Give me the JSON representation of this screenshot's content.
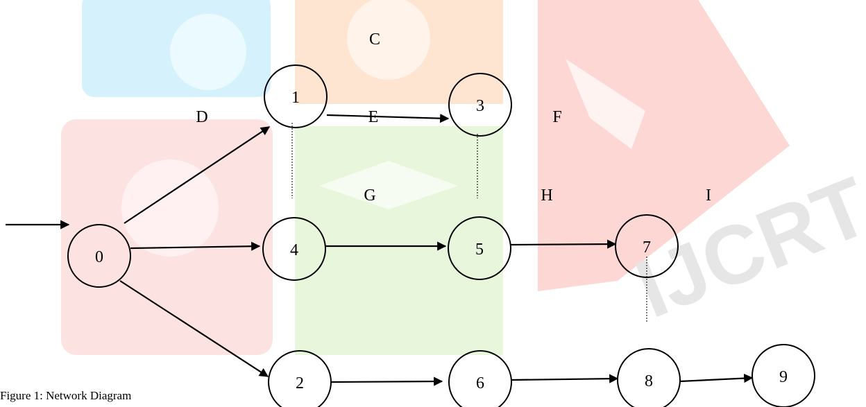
{
  "diagram": {
    "nodes": [
      "0",
      "1",
      "2",
      "3",
      "4",
      "5",
      "6",
      "7",
      "8",
      "9"
    ],
    "activity_labels": [
      "C",
      "D",
      "E",
      "F",
      "G",
      "H",
      "I"
    ],
    "edges": [
      [
        "start",
        "0"
      ],
      [
        "0",
        "1"
      ],
      [
        "0",
        "4"
      ],
      [
        "0",
        "2"
      ],
      [
        "1",
        "3"
      ],
      [
        "4",
        "5"
      ],
      [
        "5",
        "7"
      ],
      [
        "2",
        "6"
      ],
      [
        "6",
        "8"
      ],
      [
        "8",
        "9"
      ]
    ],
    "dummy_dependencies": [
      [
        "1",
        "4"
      ],
      [
        "3",
        "5"
      ],
      [
        "7",
        "8"
      ]
    ]
  },
  "watermark": {
    "text": "IJCRT"
  },
  "caption": "Figure 1: Network Diagram"
}
